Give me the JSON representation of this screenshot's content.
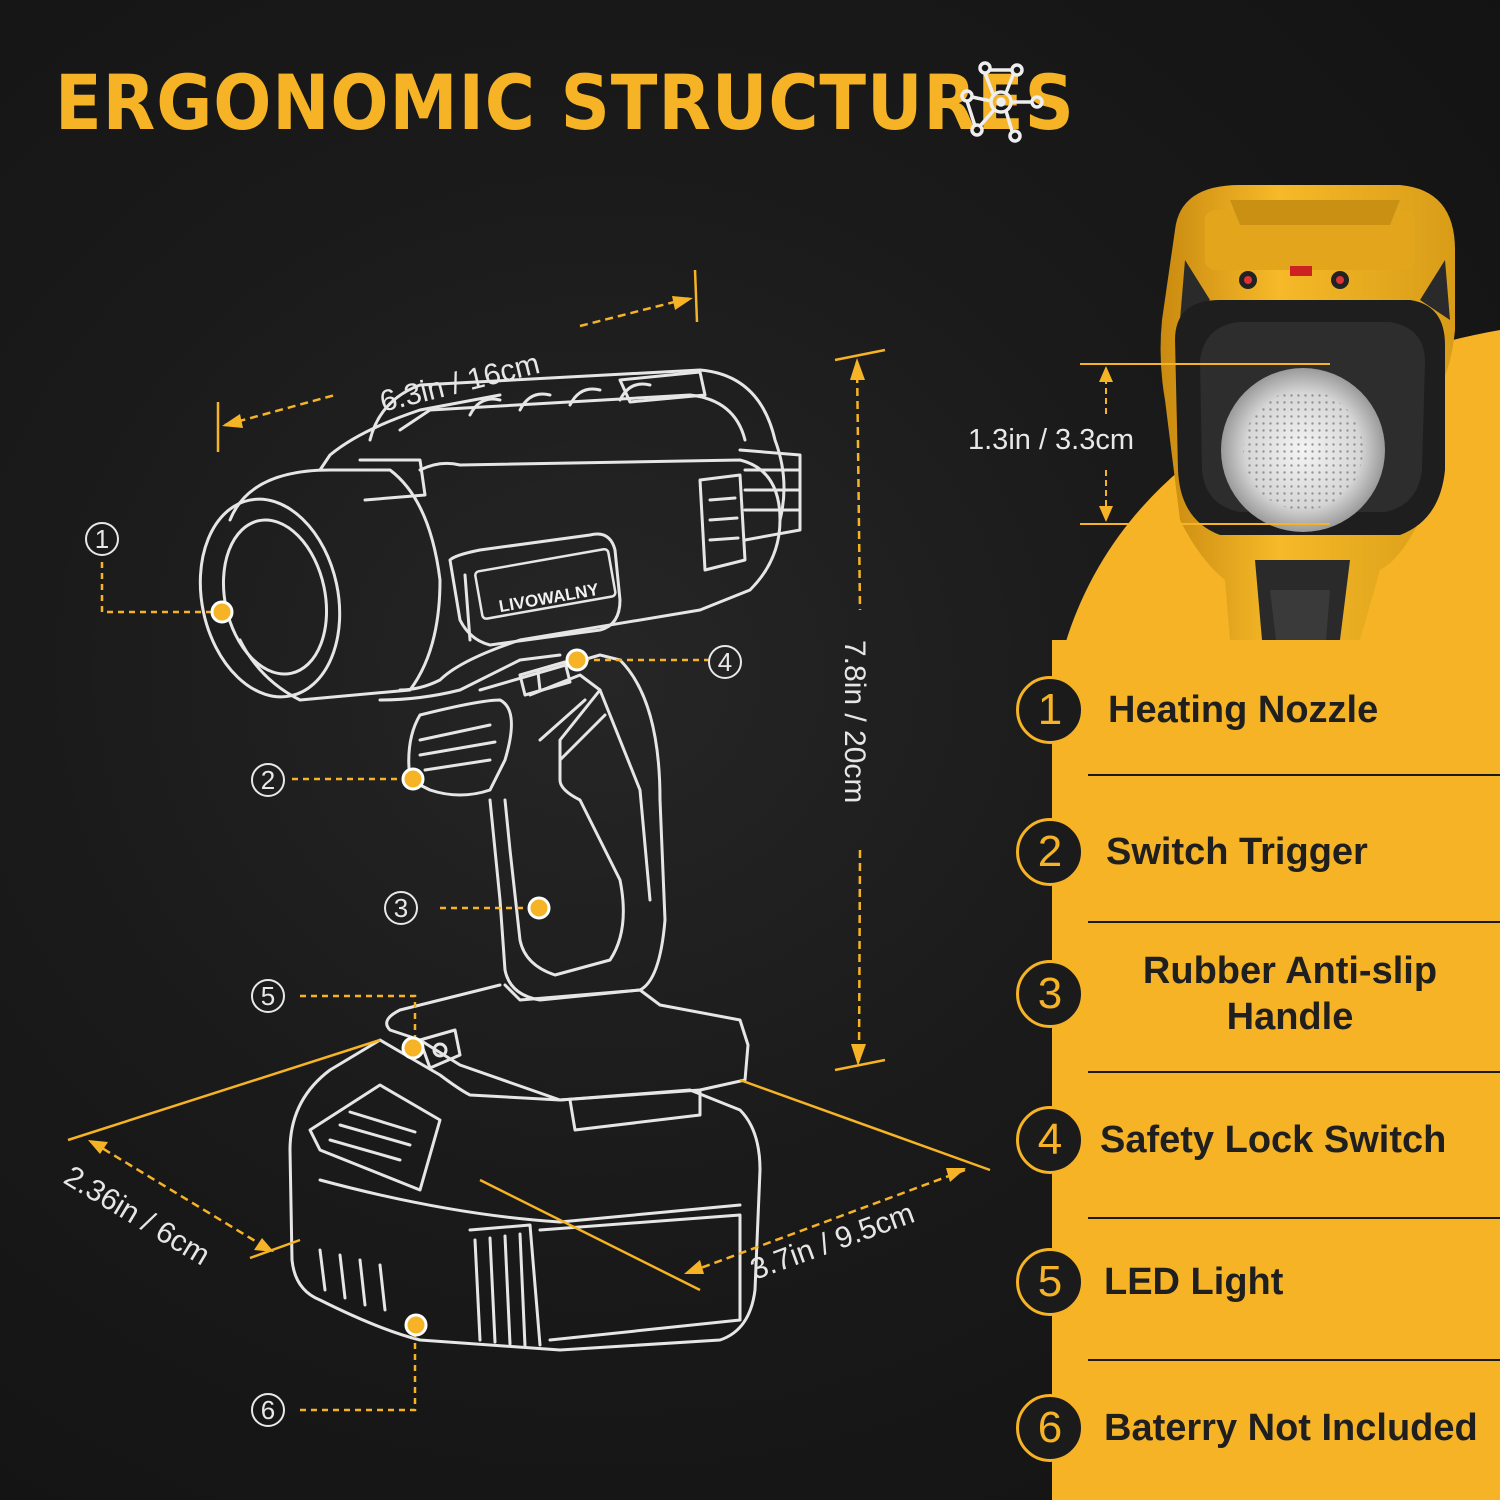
{
  "title": "ERGONOMIC STRUCTURES",
  "brand": "LIVOWALNY",
  "dimensions": {
    "length": "6.3in / 16cm",
    "height": "7.8in / 20cm",
    "battery_width": "2.36in / 6cm",
    "battery_length": "3.7in / 9.5cm",
    "nozzle": "1.3in / 3.3cm"
  },
  "callouts": [
    "1",
    "2",
    "3",
    "4",
    "5",
    "6"
  ],
  "legend": [
    {
      "num": "1",
      "label": "Heating Nozzle"
    },
    {
      "num": "2",
      "label": "Switch Trigger"
    },
    {
      "num": "3",
      "label": "Rubber Anti-slip Handle"
    },
    {
      "num": "4",
      "label": "Safety Lock Switch"
    },
    {
      "num": "5",
      "label": "LED Light"
    },
    {
      "num": "6",
      "label": "Baterry Not Included"
    }
  ],
  "colors": {
    "accent": "#f5b325",
    "background": "#171717",
    "line": "#e8e8e8"
  },
  "icons": {
    "title": "network-nodes-icon"
  }
}
